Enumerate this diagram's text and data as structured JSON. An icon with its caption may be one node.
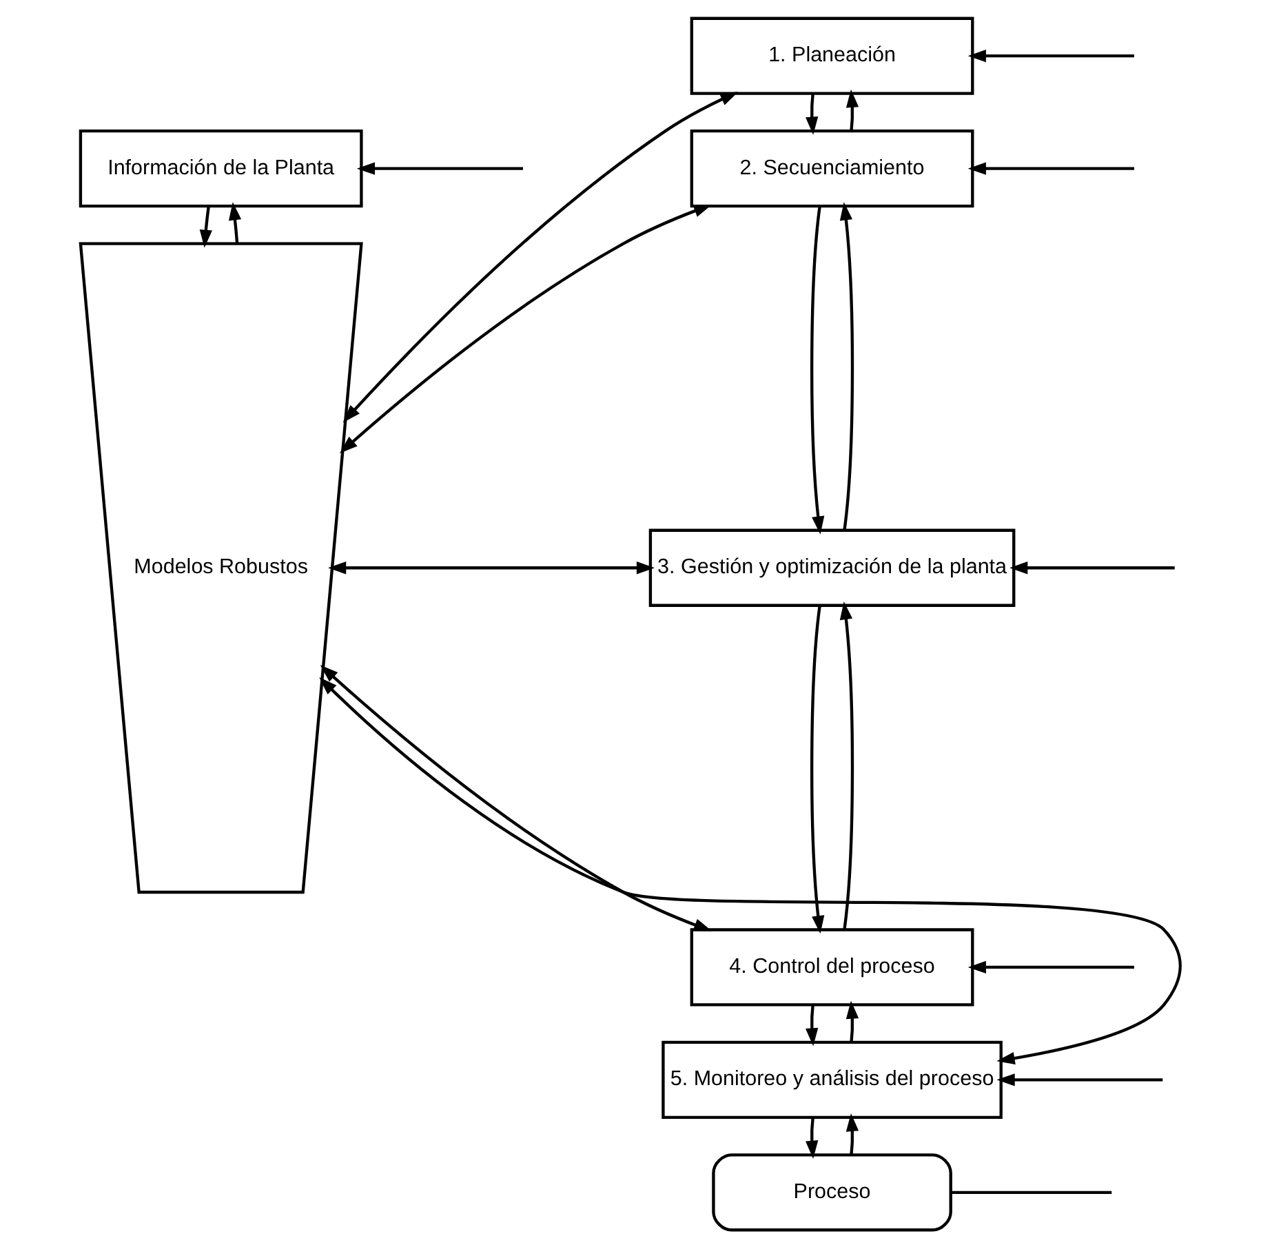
{
  "diagram": {
    "nodes": [
      {
        "text": [
          "Información de la Planta"
        ]
      },
      {
        "text": [
          "Modelos Robustos"
        ]
      },
      {
        "text": [
          "1. Planeación"
        ]
      },
      {
        "text": [
          "2. Secuenciamiento"
        ]
      },
      {
        "text": [
          "3. Gestión y optimización de la planta"
        ]
      },
      {
        "text": [
          "4. Control del proceso"
        ]
      },
      {
        "text": [
          "5. Monitoreo y análisis del proceso"
        ]
      },
      {
        "text": [
          "Proceso"
        ]
      }
    ],
    "edges": [
      {
        "from": 0,
        "to": 1,
        "arrow": "to"
      },
      {
        "from": 1,
        "to": 0,
        "arrow": "to"
      },
      {
        "from": 1,
        "to": 2,
        "arrow": "both"
      },
      {
        "from": 2,
        "to": 3,
        "arrow": "to"
      },
      {
        "from": 3,
        "to": 2,
        "arrow": "to"
      },
      {
        "from": 1,
        "to": 3,
        "arrow": "both"
      },
      {
        "from": 3,
        "to": 4,
        "arrow": "to"
      },
      {
        "from": 4,
        "to": 3,
        "arrow": "to"
      },
      {
        "from": 1,
        "to": 4,
        "arrow": "both"
      },
      {
        "from": 4,
        "to": 5,
        "arrow": "to"
      },
      {
        "from": 5,
        "to": 4,
        "arrow": "to"
      },
      {
        "from": 1,
        "to": 5,
        "arrow": "both"
      },
      {
        "from": 5,
        "to": 6,
        "arrow": "to"
      },
      {
        "from": 6,
        "to": 5,
        "arrow": "to"
      },
      {
        "from": 1,
        "to": 6,
        "arrow": "both"
      },
      {
        "from": 6,
        "to": 7,
        "arrow": "to"
      },
      {
        "from": 7,
        "to": 6,
        "arrow": "to"
      },
      {
        "from": null,
        "to": 0,
        "arrow": "to"
      },
      {
        "from": null,
        "to": 2,
        "arrow": "to"
      },
      {
        "from": null,
        "to": 3,
        "arrow": "to"
      },
      {
        "from": null,
        "to": 4,
        "arrow": "to"
      },
      {
        "from": null,
        "to": 5,
        "arrow": "to"
      },
      {
        "from": null,
        "to": 6,
        "arrow": "to"
      },
      {
        "from": 7,
        "to": null,
        "arrow": "none"
      }
    ]
  }
}
